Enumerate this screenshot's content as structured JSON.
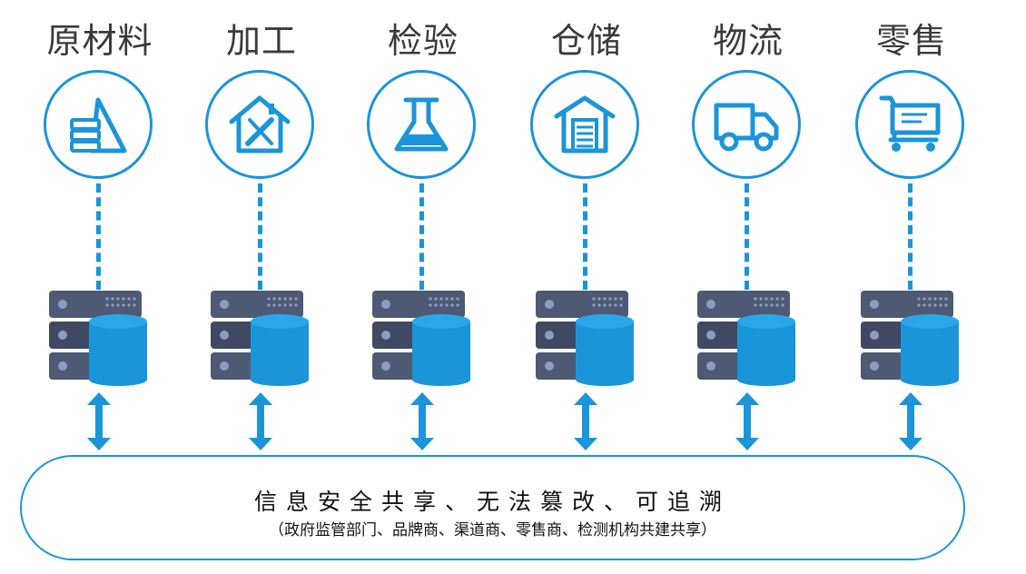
{
  "stages": [
    {
      "label": "原材料",
      "icon": "raw-material-icon"
    },
    {
      "label": "加工",
      "icon": "processing-icon"
    },
    {
      "label": "检验",
      "icon": "flask-icon"
    },
    {
      "label": "仓储",
      "icon": "warehouse-icon"
    },
    {
      "label": "物流",
      "icon": "truck-icon"
    },
    {
      "label": "零售",
      "icon": "shopping-cart-icon"
    }
  ],
  "footer": {
    "main": "信息安全共享、无法篡改、可追溯",
    "sub": "（政府监管部门、品牌商、渠道商、零售商、检测机构共建共享）"
  },
  "colors": {
    "accent": "#1b95d9",
    "server": "#4e5a73",
    "server_dark": "#3f4961",
    "server_dot": "#8f9bc4"
  }
}
